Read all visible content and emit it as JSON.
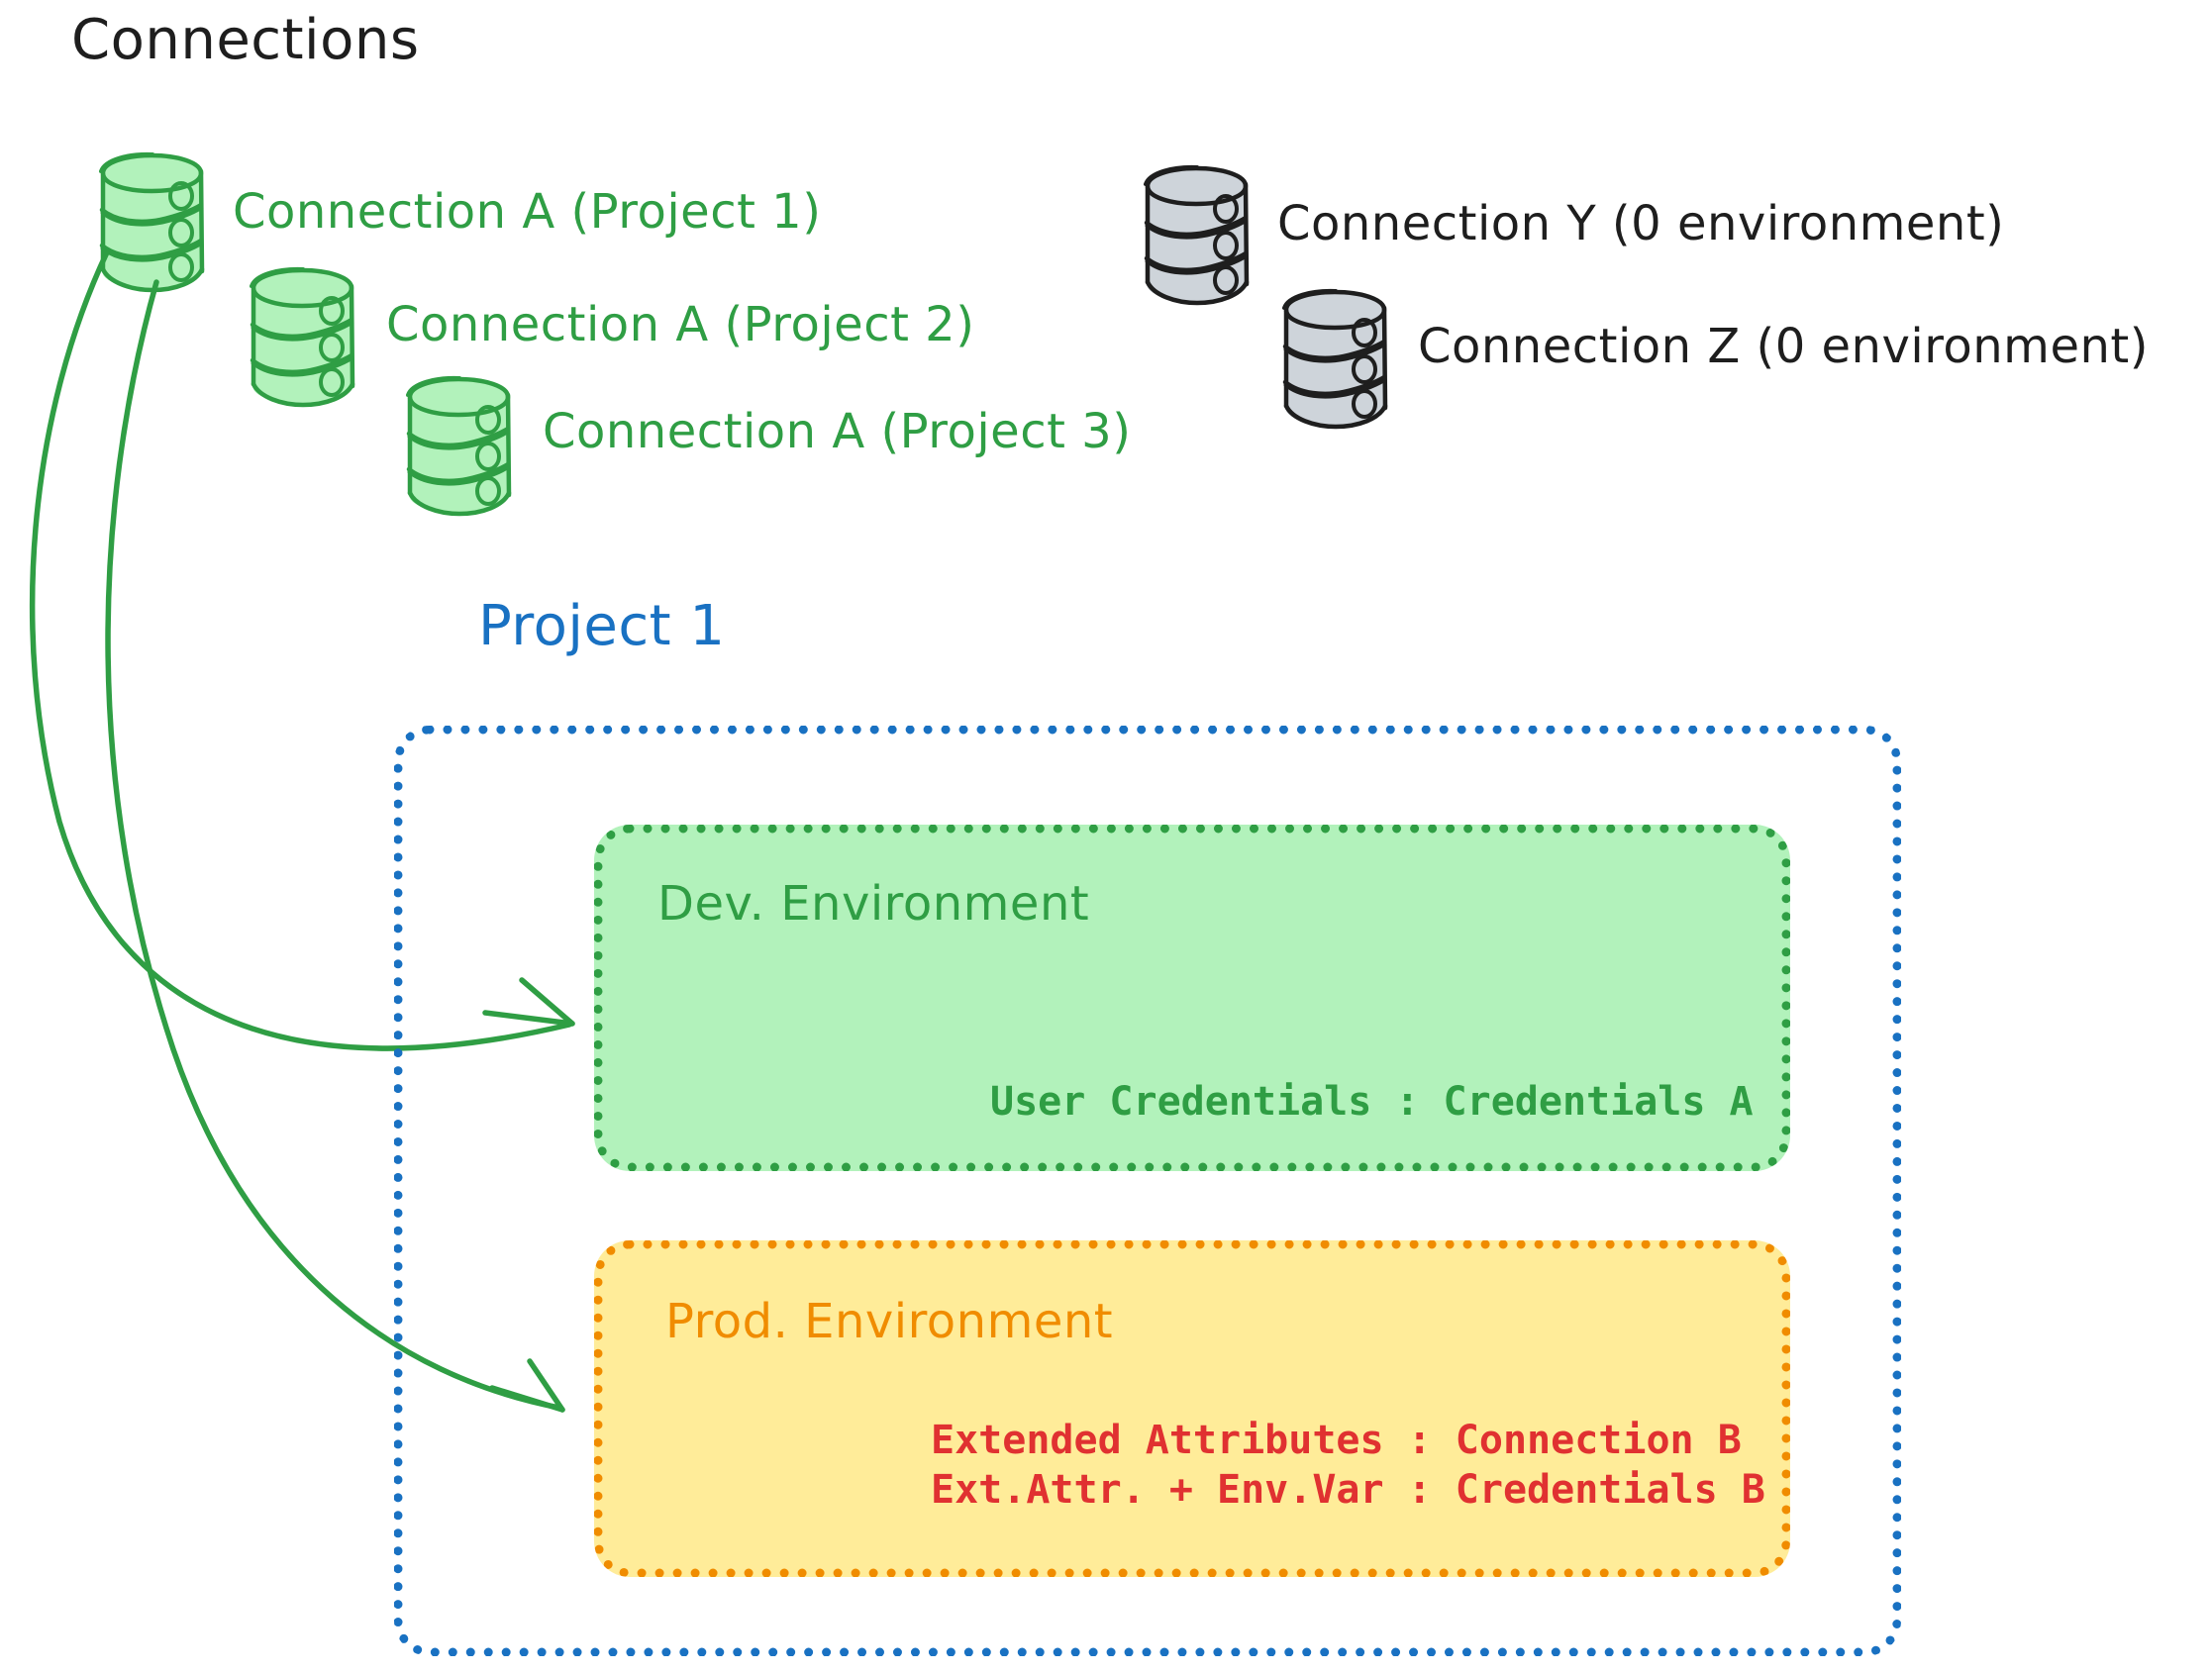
{
  "title": "Connections",
  "connections": [
    {
      "id": "conn-a-p1",
      "label": "Connection A (Project 1)",
      "color": "green"
    },
    {
      "id": "conn-a-p2",
      "label": "Connection A (Project 2)",
      "color": "green"
    },
    {
      "id": "conn-a-p3",
      "label": "Connection A (Project 3)",
      "color": "green"
    },
    {
      "id": "conn-y",
      "label": "Connection Y (0 environment)",
      "color": "gray"
    },
    {
      "id": "conn-z",
      "label": "Connection Z (0 environment)",
      "color": "gray"
    }
  ],
  "project": {
    "title": "Project 1",
    "environments": [
      {
        "id": "dev",
        "title": "Dev. Environment",
        "lines": [
          "User Credentials : Credentials A"
        ]
      },
      {
        "id": "prod",
        "title": "Prod. Environment",
        "lines": [
          "Extended Attributes : Connection B",
          "Ext.Attr. + Env.Var : Credentials B"
        ]
      }
    ]
  },
  "colors": {
    "title_black": "#1e1e1e",
    "green_stroke": "#2f9e44",
    "green_fill": "#b2f2bb",
    "gray_stroke": "#1e1e1e",
    "gray_fill": "#ced4da",
    "blue": "#1971c2",
    "orange": "#f08c00",
    "orange_fill": "#ffec99",
    "red": "#e03131"
  },
  "arrows": [
    {
      "id": "arrow-to-dev",
      "from": "conn-a-p1",
      "to": "dev"
    },
    {
      "id": "arrow-to-prod",
      "from": "conn-a-p1",
      "to": "prod"
    }
  ]
}
